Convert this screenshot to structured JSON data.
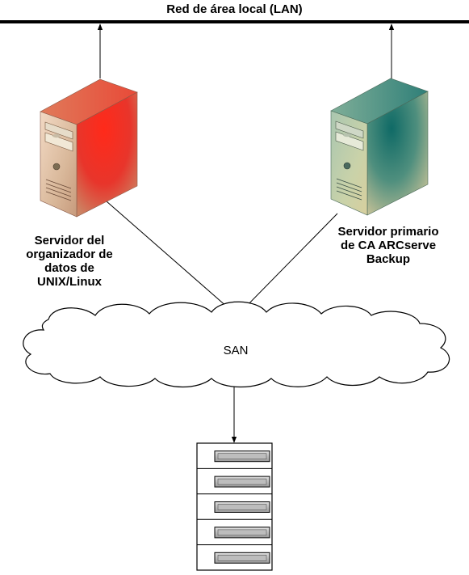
{
  "lan": {
    "label": "Red de área local (LAN)"
  },
  "nodes": {
    "unix_server": {
      "label_lines": [
        "Servidor del",
        "organizador de",
        "datos de",
        "UNIX/Linux"
      ],
      "color": "#e8352b",
      "icon": "tower-server-icon"
    },
    "primary_server": {
      "label_lines": [
        "Servidor primario",
        "de CA ARCserve",
        "Backup"
      ],
      "color": "#1f7f78",
      "icon": "tower-server-icon"
    },
    "san": {
      "label": "SAN",
      "icon": "cloud-icon"
    },
    "storage": {
      "icon": "tape-library-icon",
      "slots": 5
    }
  },
  "edges": [
    {
      "from": "unix_server",
      "to": "lan"
    },
    {
      "from": "primary_server",
      "to": "lan"
    },
    {
      "from": "unix_server",
      "to": "san"
    },
    {
      "from": "primary_server",
      "to": "san"
    },
    {
      "from": "san",
      "to": "storage"
    }
  ]
}
